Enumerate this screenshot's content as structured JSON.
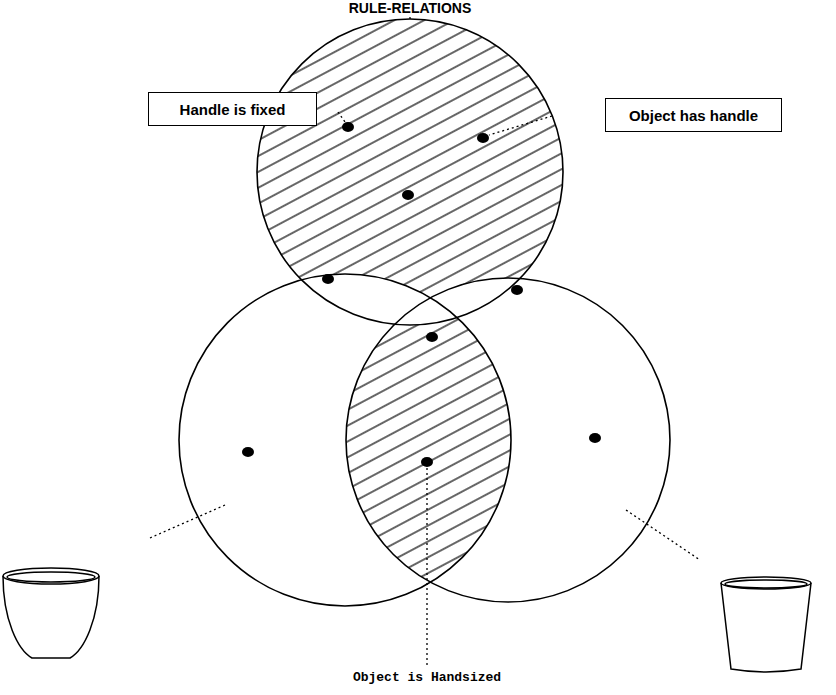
{
  "diagram": {
    "nodes": [
      {
        "text": [
          "Handle is fixed"
        ]
      },
      {
        "text": [
          "Object has handle"
        ]
      }
    ],
    "labels": [
      "RULE-RELATIONS",
      "Object is Handsized"
    ]
  }
}
